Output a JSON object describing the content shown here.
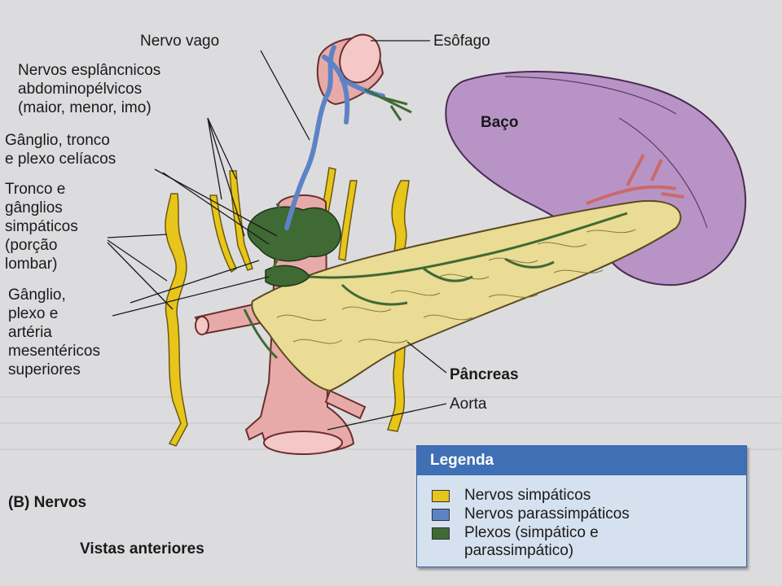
{
  "labels": {
    "nervo_vago": "Nervo vago",
    "esofago": "Esôfago",
    "esplancnicos": [
      "Nervos esplâncnicos",
      "abdominopélvicos",
      "(maior, menor, imo)"
    ],
    "ganglio_celiaco": [
      "Gânglio, tronco",
      "e plexo celíacos"
    ],
    "tronco_simpatico": [
      "Tronco e",
      "gânglios",
      "simpáticos",
      "(porção",
      "lombar)"
    ],
    "mesentericos": [
      "Gânglio,",
      "plexo e",
      "artéria",
      "mesentéricos",
      "superiores"
    ],
    "baco": "Baço",
    "pancreas": "Pâncreas",
    "aorta": "Aorta"
  },
  "panel_label": "(B) Nervos",
  "subtitle": "Vistas anteriores",
  "legend": {
    "title": "Legenda",
    "items": [
      {
        "text": "Nervos simpáticos",
        "color": "#e8c51a"
      },
      {
        "text": "Nervos parassimpáticos",
        "color": "#5d83c6"
      },
      {
        "text": "Plexos (simpático e",
        "text2": "parassimpático)",
        "color": "#3f6a34"
      }
    ]
  },
  "colors": {
    "background": "#dcdcdf",
    "spleen": "#b894c6",
    "pancreas": "#eadb95",
    "aorta": "#e8aaa8",
    "sympathetic": "#e8c51a",
    "parasympathetic": "#5d83c6",
    "plexus": "#3f6a34",
    "legend_header": "#3f6fb5",
    "legend_body": "#d6e1ef"
  }
}
